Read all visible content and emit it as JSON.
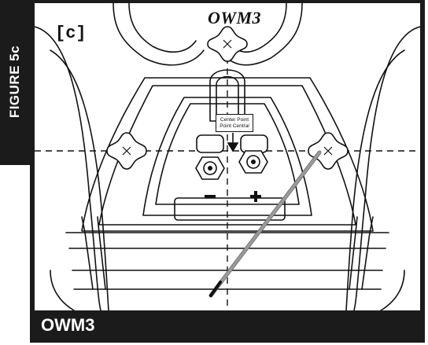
{
  "figure": {
    "tab_label": "FIGURE 5c",
    "panel_label": "[c]",
    "model_logo": "OWM3",
    "center_point_line1": "Center Point",
    "center_point_line2": "Point Central",
    "terminal_negative": "−",
    "terminal_positive": "+",
    "caption": "OWM3"
  },
  "colors": {
    "frame": "#1b1b1b",
    "background": "#ffffff",
    "line": "#111111",
    "level_tool": "#9a9a9a"
  }
}
